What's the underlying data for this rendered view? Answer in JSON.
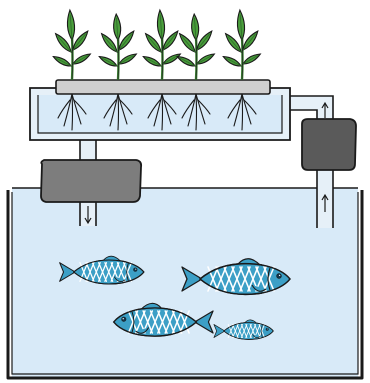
{
  "diagram": {
    "kind": "aquaponics-system-illustration",
    "components": [
      "grow-bed",
      "plants",
      "roots",
      "fish-tank",
      "water",
      "filter-box",
      "pump-box",
      "drain-pipe",
      "return-pipe",
      "fish"
    ],
    "plant_count": 5,
    "fish_count": 4,
    "flow_directions": {
      "drain_pipe": "down",
      "return_pipe": "up"
    }
  },
  "colors": {
    "outline": "#1a1a1a",
    "water": "#d8eaf8",
    "water_edge": "#b9d5ec",
    "pipe": "#e6f0f8",
    "leaf": "#4a9d3c",
    "leaf_dark": "#2f6f2a",
    "stem": "#3a7e32",
    "tray_top": "#cfcfcf",
    "filter_box": "#7d7d7d",
    "pump_box": "#5a5a5a",
    "fish_body": "#3c9fc6",
    "fish_pattern": "#ffffff",
    "fish_eye": "#10344a"
  }
}
